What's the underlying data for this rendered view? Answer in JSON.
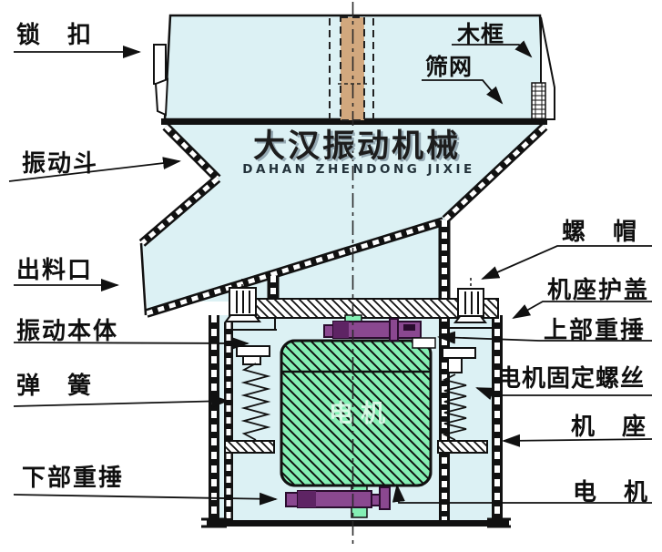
{
  "diagram": {
    "title": "vibrating sieve machine structure diagram",
    "watermark": {
      "cn": "大汉振动机械",
      "en": "DAHAN ZHENDONG JIXIE"
    },
    "labels": {
      "lock": "锁　扣",
      "wood_frame": "木框",
      "screen_mesh": "筛网",
      "vibration_hopper": "振动斗",
      "discharge_outlet": "出料口",
      "nut": "螺　帽",
      "base_cover": "机座护盖",
      "vibration_body": "振动本体",
      "upper_weight": "上部重捶",
      "spring": "弹　簧",
      "motor_fix_screw": "电机固定螺丝",
      "base": "机　座",
      "lower_weight": "下部重捶",
      "motor": "电　机",
      "motor_inner": "电机"
    },
    "colors": {
      "panel": "#dcf1f4",
      "shaft": "#d2a87e",
      "motor_green": "#84efb4",
      "weight_purple": "#8a4890",
      "weight_dark": "#5e2464",
      "line": "#111111",
      "watermark": "#1d1d1d",
      "watermark_shadow": "#94a8b2"
    }
  }
}
